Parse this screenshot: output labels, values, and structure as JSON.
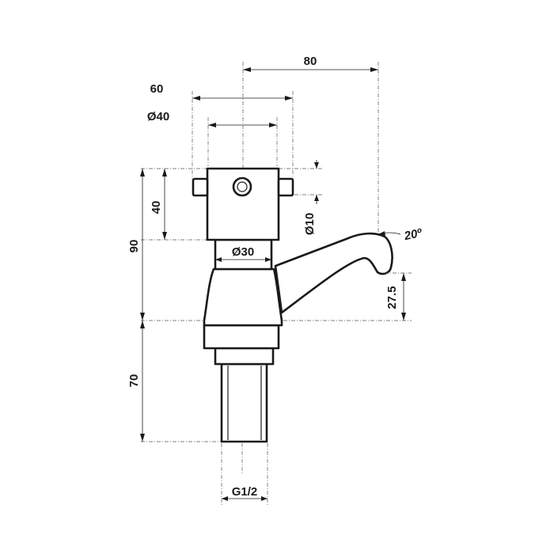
{
  "dimensions": {
    "width_80": "80",
    "width_60": "60",
    "handle_dia_40": "Ø40",
    "neck_dia_30": "Ø30",
    "pin_dia_10": "Ø10",
    "height_40": "40",
    "height_90": "90",
    "height_70": "70",
    "spout_height": "27.5",
    "spout_angle": "20º",
    "thread": "G1/2"
  }
}
